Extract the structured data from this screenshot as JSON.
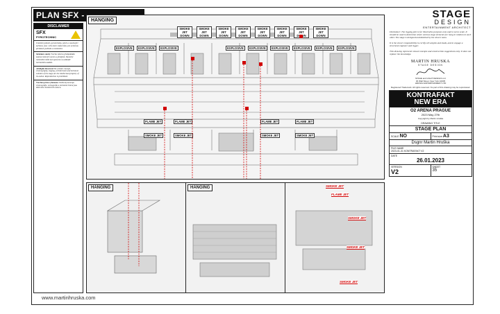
{
  "sheet_title": "PLAN SFX - PYROTECHNICS",
  "disclaimer": {
    "heading": "DISCLAIMER",
    "sfx_title": "SFX",
    "sfx_subtitle": "PYROTECHNIC",
    "text1": "Umístění jednotl. pyrotechniky, jejich a související zařízení, jsou v této skice znázorněny pro ucelenou představu pohledu a rozmístění.",
    "heading2": "Struktura stavby",
    "text2": "Tvorba výkresu předpokládá znalost místních norem a předpisů. Skutečné rozmístění může být upraveno na základě technického zadání.",
    "heading3": "All Rights Reserved",
    "text3": "The artistic concept, choreography, staging, architectural and technical solution of the stage are the intellectual property of its author. Reproduction is prohibited.",
    "heading4": "Všechna práva vyhrazena",
    "text4": "Umělecký koncept, choreografie, scénografie a technické řešení jsou duševním vlastnictvím autora."
  },
  "labels": {
    "hanging_main": "HANGING",
    "smoke_jet_down": "SMOKE JET\nDOWN",
    "explosive": "EXPLOSIVE",
    "flame_jet": "FLAME JET",
    "smoke_jet": "SMOKE JET",
    "hanging_bottom_left": "HANGING",
    "hanging_bottom_mid": "HANGING"
  },
  "panel3_labels": [
    "SMOKE JET",
    "FLAME JET",
    "SMOKE JET",
    "SMOKE JET",
    "SMOKE JET"
  ],
  "footer_url": "www.martinhruska.com",
  "studio": {
    "logo_line1": "STAGE",
    "logo_line2": "DESIGN",
    "logo_line3": "ENTERTAINMENT ARCHITECT",
    "disclaimer_en": "Disclaimer: The rigging plot is for illustrative purposes only and is not to scale. It should be used to determine where various stage elements are hung in relation to each other. The stage is designed and detailed by the show's team.",
    "disclaimer_2": "It is the show's responsibility to certify all weights and loads, and to engage a structural engineer and rigger.",
    "disclaimer_3": "This drawing represents visual concepts and construction suggestions only. It does not replace the knowledge.",
    "designer_name": "MARTIN HRUSKA",
    "designer_sub": "STAGE DESIGN",
    "address": "STAGE and LIGHT DESIGN LLC\n30 Wall Street, New York 10005\nHRUSKA ENTERTAINMENT LTD",
    "copyright": "Registered Trademark. All rights reserved. No part of this drawing may be reproduced."
  },
  "project": {
    "title_line1": "KONTRAFAKT",
    "title_line2": "NEW ERA",
    "venue": "O2 ARENA PRAGUE",
    "date_line": "2023 May 27th",
    "copyright": "Copyright by Martin Hruška",
    "drawing_title_label": "DRAWING TITLE",
    "drawing_title": "STAGE PLAN",
    "scale_label": "SCALE",
    "scale": "NO",
    "print_label": "Print size",
    "print": "A3",
    "drawn_by": "Dsgnr Martin Hruška",
    "file_label": "FILE NAME",
    "file": "2023-01-31 KONTRAFAKT V2",
    "date_label": "DATE",
    "date": "26.01.2023",
    "version_label": "VERSION",
    "version": "V2",
    "sheet_label": "SHEET",
    "sheet": "35"
  },
  "colors": {
    "accent": "#d10000",
    "warning": "#e9c300"
  }
}
